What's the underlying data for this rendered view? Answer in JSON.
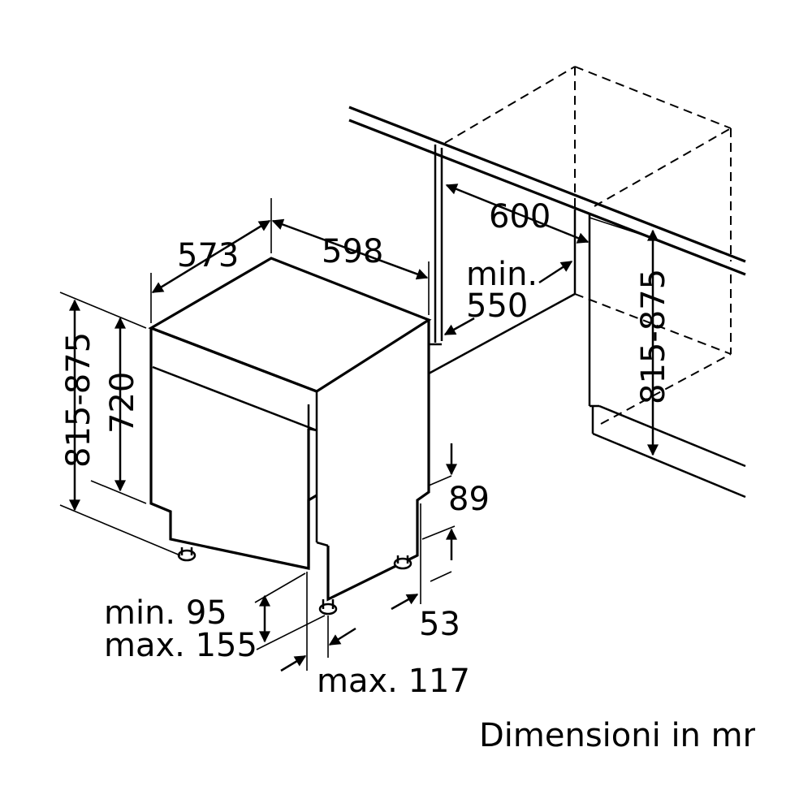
{
  "dimensions": {
    "depth": "573",
    "width": "598",
    "niche_width": "600",
    "niche_depth_min": "min.",
    "niche_depth_value": "550",
    "niche_height": "815-875",
    "total_height": "815-875",
    "body_height": "720",
    "plinth_height": "89",
    "plinth_offset": "53",
    "foot_height_min": "min. 95",
    "foot_height_max": "max. 155",
    "foot_depth_max": "max. 117"
  },
  "caption": "Dimensioni in mm",
  "colors": {
    "line": "#000000",
    "background": "#ffffff"
  }
}
